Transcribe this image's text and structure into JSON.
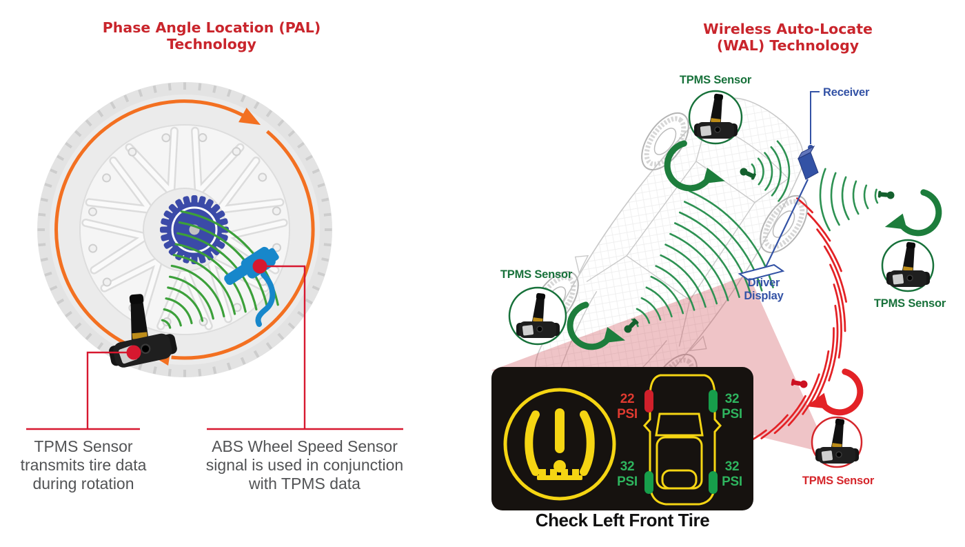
{
  "pal": {
    "title_line1": "Phase Angle Location (PAL)",
    "title_line2": "Technology",
    "caption_tpms_line1": "TPMS Sensor",
    "caption_tpms_line2": "transmits tire data",
    "caption_tpms_line3": "during rotation",
    "caption_abs_line1": "ABS Wheel Speed Sensor",
    "caption_abs_line2": "signal is used in conjunction",
    "caption_abs_line3": "with TPMS data"
  },
  "wal": {
    "title_line1": "Wireless Auto-Locate",
    "title_line2": "(WAL) Technology",
    "label_tpms_top": "TPMS Sensor",
    "label_tpms_left": "TPMS Sensor",
    "label_tpms_right": "TPMS Sensor",
    "label_tpms_bottom": "TPMS Sensor",
    "label_receiver": "Receiver",
    "label_driver_line1": "Driver",
    "label_driver_line2": "Display",
    "dashboard": {
      "front_left_value": "22",
      "front_left_unit": "PSI",
      "front_right_value": "32",
      "front_right_unit": "PSI",
      "rear_left_value": "32",
      "rear_left_unit": "PSI",
      "rear_right_value": "32",
      "rear_right_unit": "PSI",
      "caption": "Check Left Front Tire"
    }
  },
  "colors": {
    "title_red": "#c9252c",
    "label_green": "#17713a",
    "label_red": "#d5262b",
    "receiver_blue": "#3352a5",
    "rotation_orange": "#f37021",
    "wave_green": "#2d9152",
    "wave_red": "#e32226",
    "gear_blue": "#3b4aa8",
    "abs_sensor_blue": "#1787cb",
    "display_yellow": "#f5d513",
    "psi_ok_green": "#2eb45e",
    "psi_low_red": "#e03a30",
    "tire_ok_green": "#179e4b",
    "tire_low_red": "#d1202b",
    "callout_red": "#d7182f",
    "caption_gray": "#525355"
  }
}
